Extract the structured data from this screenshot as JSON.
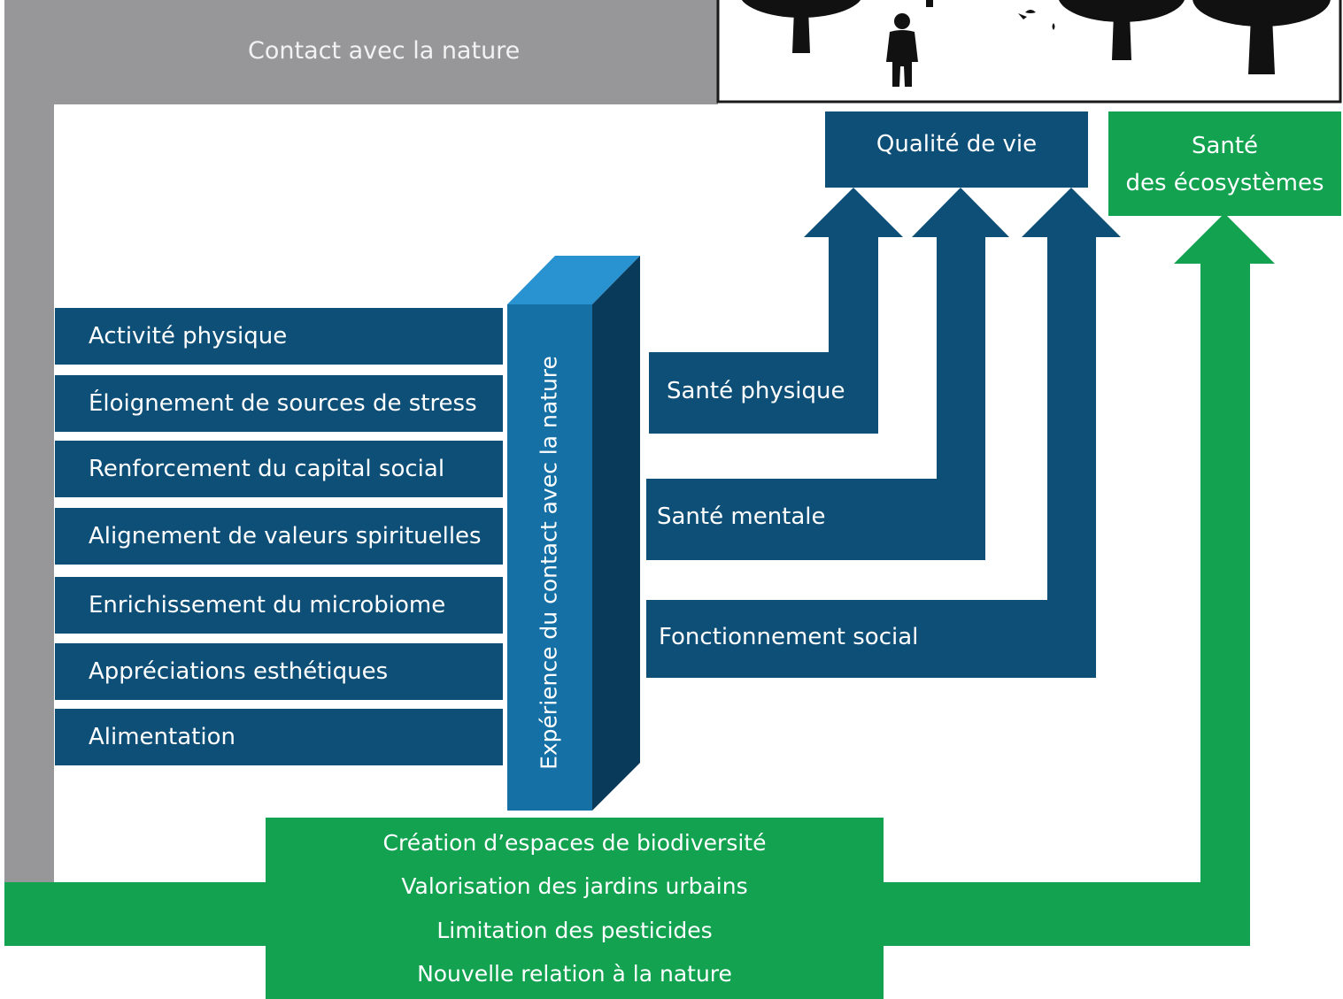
{
  "top_banner": {
    "label": "Contact avec la nature"
  },
  "outcome_boxes": {
    "quality_of_life": "Qualité de vie",
    "ecosystem_health_line1": "Santé",
    "ecosystem_health_line2": "des écosystèmes"
  },
  "factors": [
    "Activité physique",
    "Éloignement de sources de stress",
    "Renforcement du capital social",
    "Alignement de valeurs spirituelles",
    "Enrichissement du microbiome",
    "Appréciations esthétiques",
    "Alimentation"
  ],
  "central_pillar": "Expérience du contact avec la nature",
  "health_outcomes": [
    "Santé physique",
    "Santé mentale",
    "Fonctionnement social"
  ],
  "actions": [
    "Création d’espaces de biodiversité",
    "Valorisation des jardins urbains",
    "Limitation des pesticides",
    "Nouvelle relation à la nature"
  ],
  "colors": {
    "grey": "#97979a",
    "navy": "#0e4f78",
    "blue_face": "#1570a6",
    "blue_top": "#2993d1",
    "blue_side": "#0a3a5a",
    "green": "#12a250"
  },
  "illustration": {
    "icons": [
      "tree-icon",
      "person-icon",
      "bird-icon"
    ]
  }
}
